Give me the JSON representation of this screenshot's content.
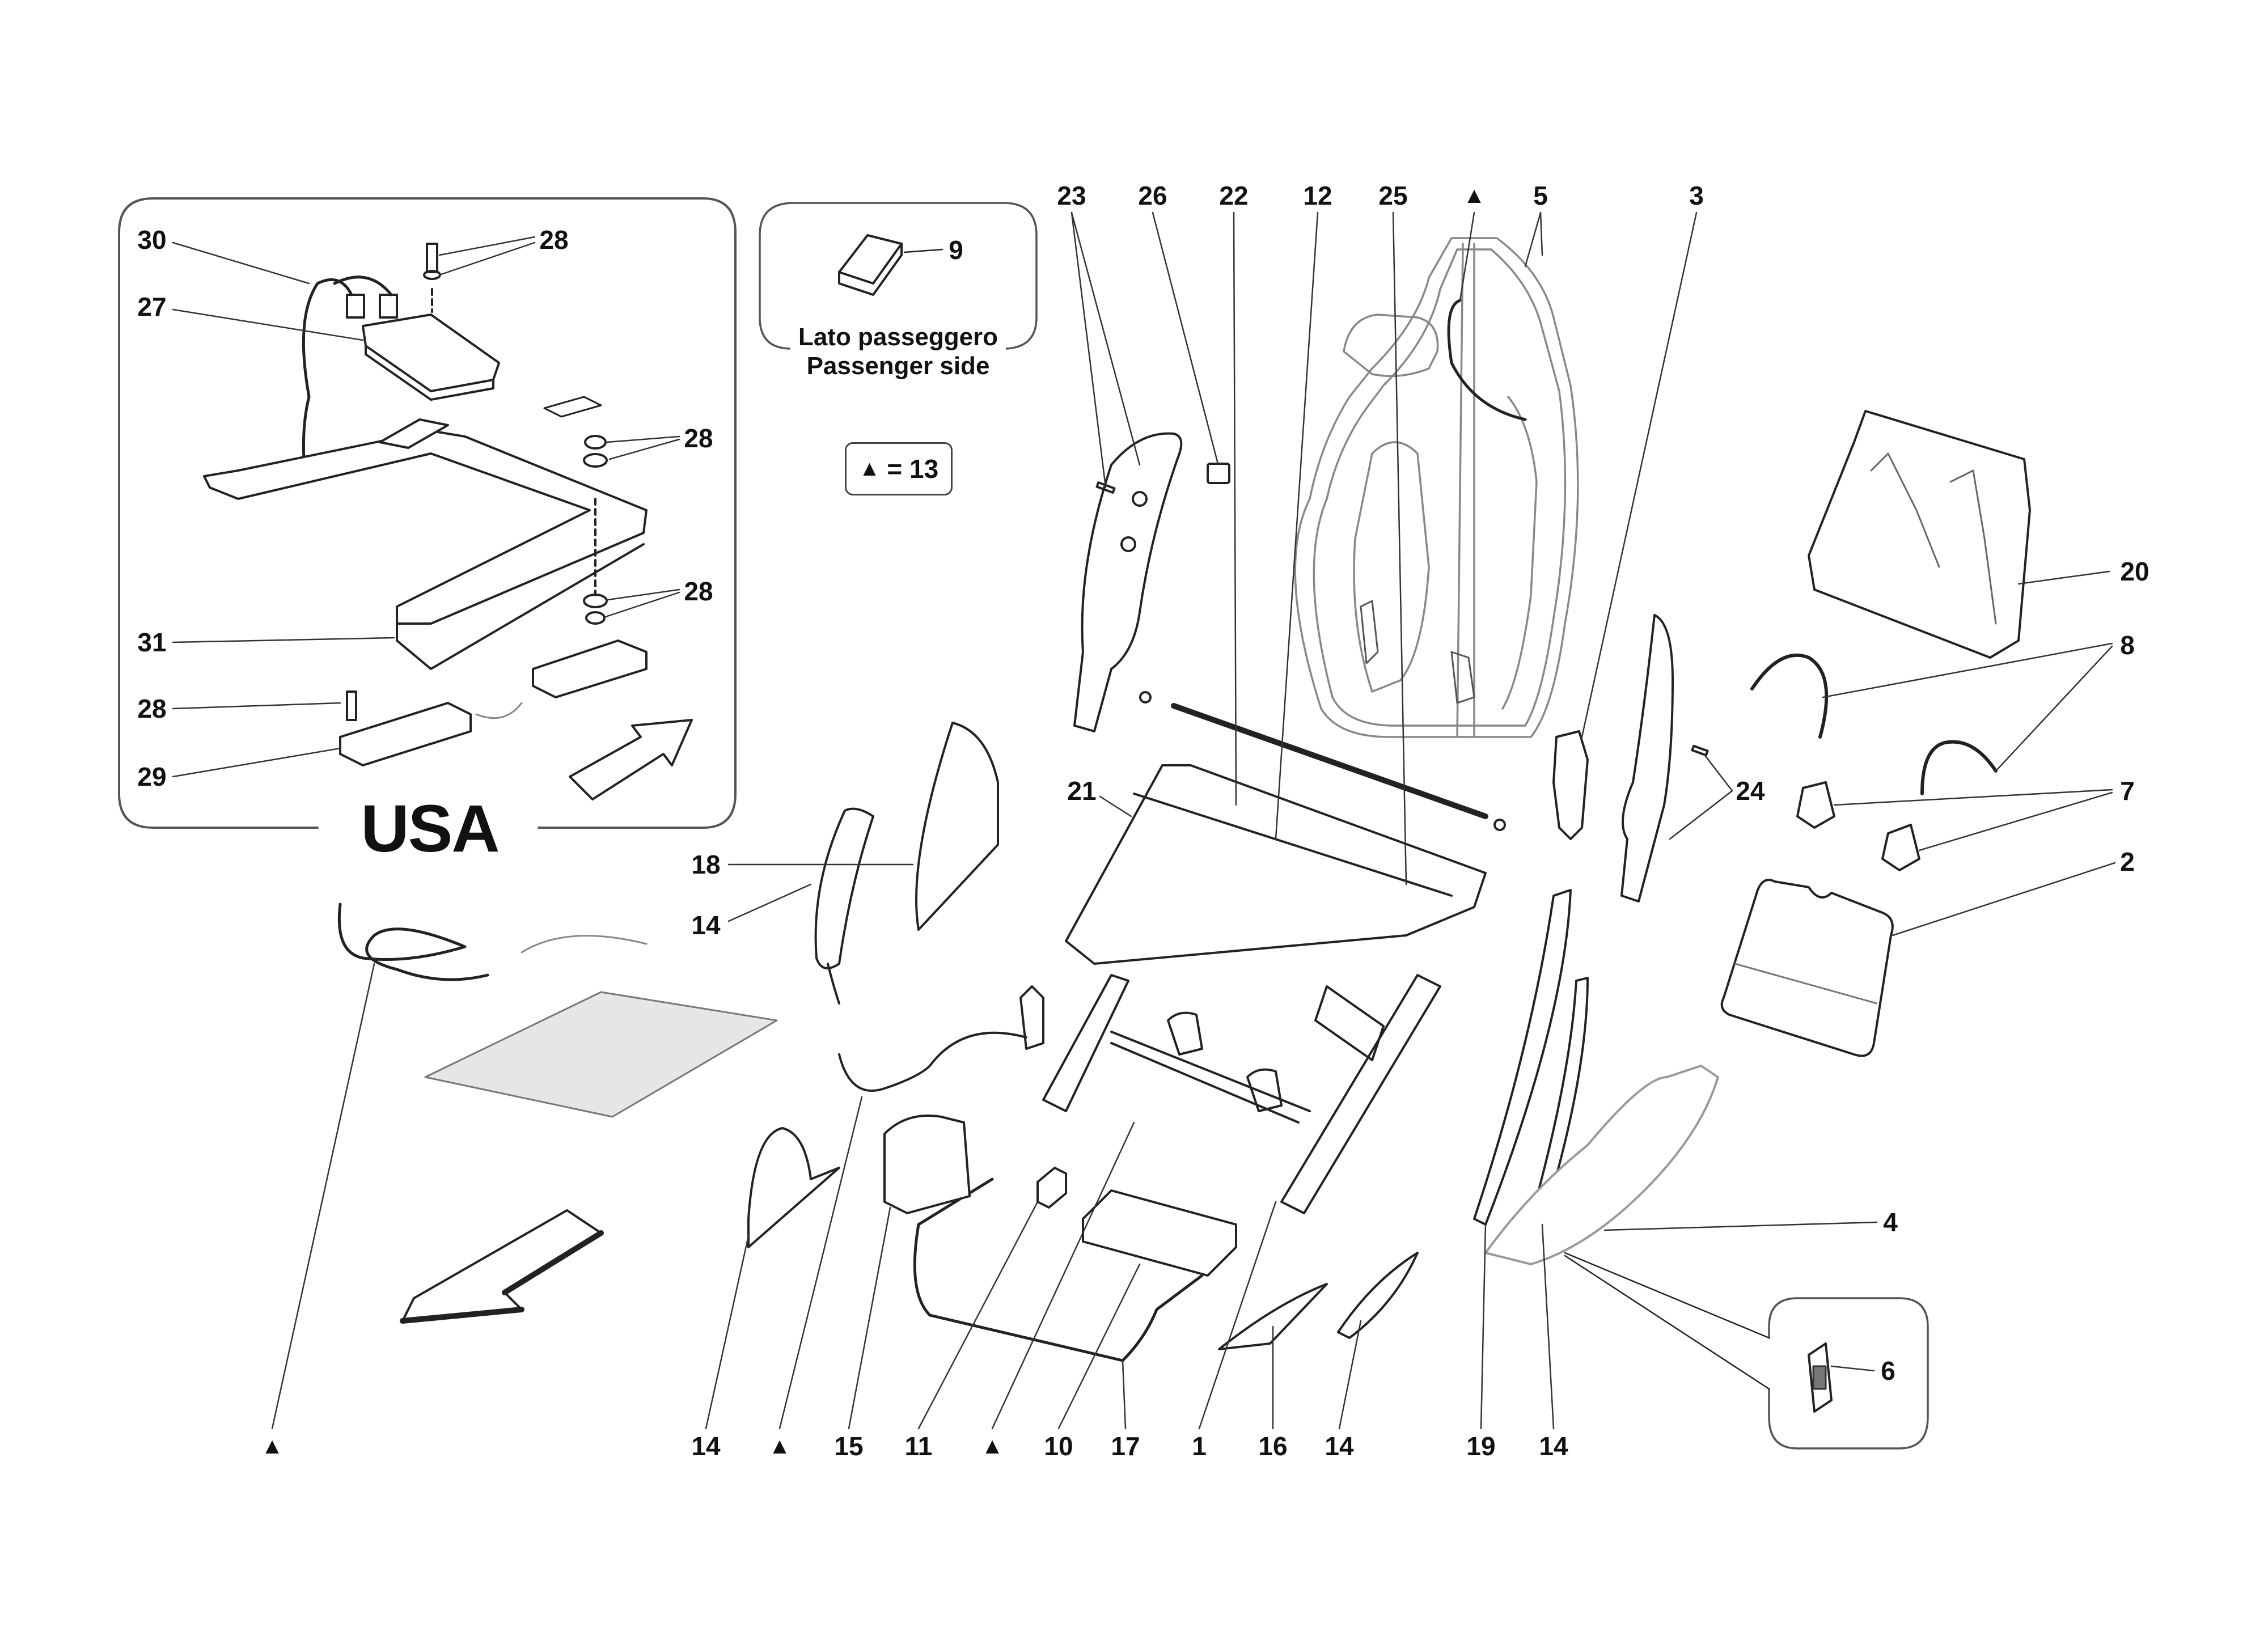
{
  "diagram": {
    "type": "exploded parts diagram",
    "subject": "Seat frame, seat back and electrical components",
    "legend": {
      "symbol": "▲",
      "equals": "= 13"
    },
    "insets": {
      "usa": {
        "title": "USA",
        "labels": {
          "l30": "30",
          "l27": "27",
          "l28a": "28",
          "l28b": "28",
          "l28c": "28",
          "l31": "31",
          "l28d": "28",
          "l29": "29"
        }
      },
      "passenger_side": {
        "caption_it": "Lato passeggero",
        "caption_en": "Passenger side",
        "labels": {
          "l9": "9"
        }
      },
      "detail_6": {
        "labels": {
          "l6": "6"
        }
      }
    },
    "top_labels": [
      "23",
      "26",
      "22",
      "12",
      "25",
      "▲",
      "5",
      "3"
    ],
    "bottom_labels": [
      "▲",
      "14",
      "▲",
      "15",
      "11",
      "▲",
      "10",
      "17",
      "1",
      "16",
      "14",
      "19",
      "14"
    ],
    "side_labels": {
      "l20": "20",
      "l8": "8",
      "l7": "7",
      "l2": "2",
      "l4": "4",
      "l24": "24",
      "l21": "21",
      "l18": "18",
      "l14_mid": "14"
    }
  }
}
